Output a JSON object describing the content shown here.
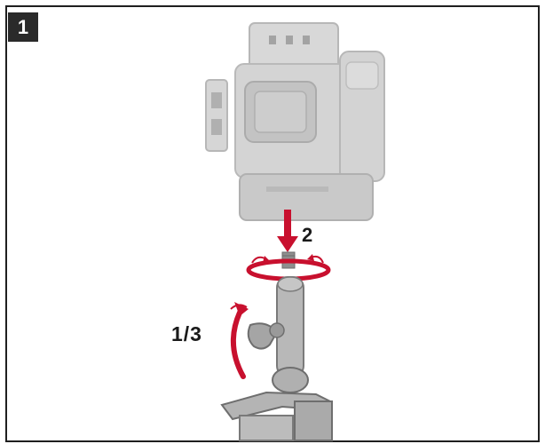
{
  "step": {
    "number": "1"
  },
  "callouts": {
    "lower_label": "2",
    "rotate_label": "1/3"
  },
  "colors": {
    "accent": "#c8102e",
    "device": "#c9c9c9",
    "device_dark": "#9a9a9a",
    "frame": "#1f1f1f"
  }
}
